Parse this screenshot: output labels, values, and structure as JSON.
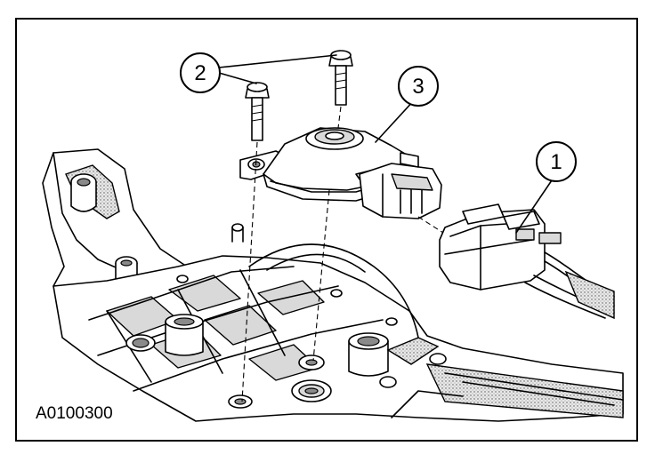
{
  "figure_id": "A0100300",
  "callouts": [
    {
      "number": "1"
    },
    {
      "number": "2"
    },
    {
      "number": "3"
    }
  ]
}
